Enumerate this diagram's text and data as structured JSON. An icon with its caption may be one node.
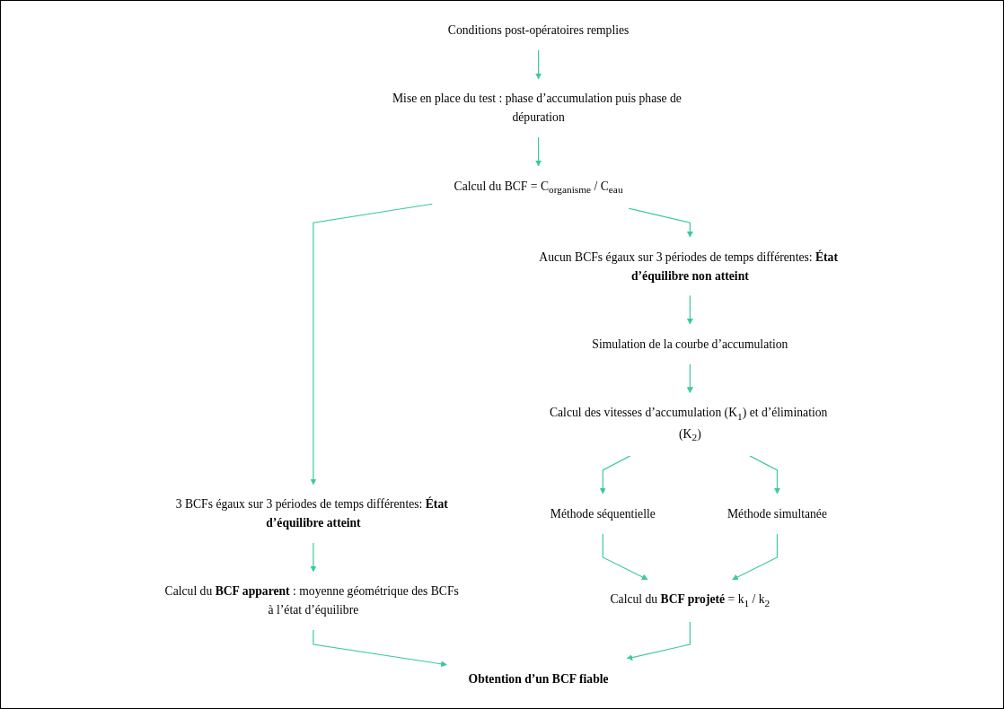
{
  "diagram": {
    "nodes": [
      {
        "text": [
          "Conditions post-opératoires remplies"
        ]
      },
      {
        "text": [
          "Mise en place du test : phase d’accumulation puis phase de dépuration"
        ]
      },
      {
        "text": [
          "Calcul du BCF = C$_{organisme}$ / C$_{eau}$"
        ]
      },
      {
        "text": [
          "3 BCFs égaux sur 3 périodes de temps différentes: **État d’équilibre atteint**"
        ]
      },
      {
        "text": [
          "Aucun BCFs égaux sur 3 périodes de temps différentes: **État d’équilibre non atteint**"
        ]
      },
      {
        "text": [
          "Calcul du **BCF apparent** : moyenne géométrique des BCFs à l’état d’équilibre"
        ]
      },
      {
        "text": [
          "Simulation de la courbe d’accumulation"
        ]
      },
      {
        "text": [
          "Calcul des vitesses d’accumulation (K$_{1}$) et d’élimination (K$_{2}$)"
        ]
      },
      {
        "text": [
          "Méthode séquentielle"
        ]
      },
      {
        "text": [
          "Méthode simultanée"
        ]
      },
      {
        "text": [
          "Calcul du **BCF projeté** = k$_{1}$ / k$_{2}$"
        ]
      },
      {
        "text": [
          "Obtention d’un BCF fiable"
        ]
      }
    ],
    "edges": [
      {
        "from": 0,
        "to": 1,
        "arrow": "to"
      },
      {
        "from": 1,
        "to": 2,
        "arrow": "to"
      },
      {
        "from": 2,
        "to": 3,
        "arrow": "to"
      },
      {
        "from": 2,
        "to": 4,
        "arrow": "to"
      },
      {
        "from": 3,
        "to": 5,
        "arrow": "to"
      },
      {
        "from": 4,
        "to": 6,
        "arrow": "to"
      },
      {
        "from": 6,
        "to": 7,
        "arrow": "to"
      },
      {
        "from": 7,
        "to": 8,
        "arrow": "to"
      },
      {
        "from": 7,
        "to": 9,
        "arrow": "to"
      },
      {
        "from": 8,
        "to": 10,
        "arrow": "to"
      },
      {
        "from": 9,
        "to": 10,
        "arrow": "to"
      },
      {
        "from": 5,
        "to": 11,
        "arrow": "to"
      },
      {
        "from": 10,
        "to": 11,
        "arrow": "to"
      }
    ]
  }
}
